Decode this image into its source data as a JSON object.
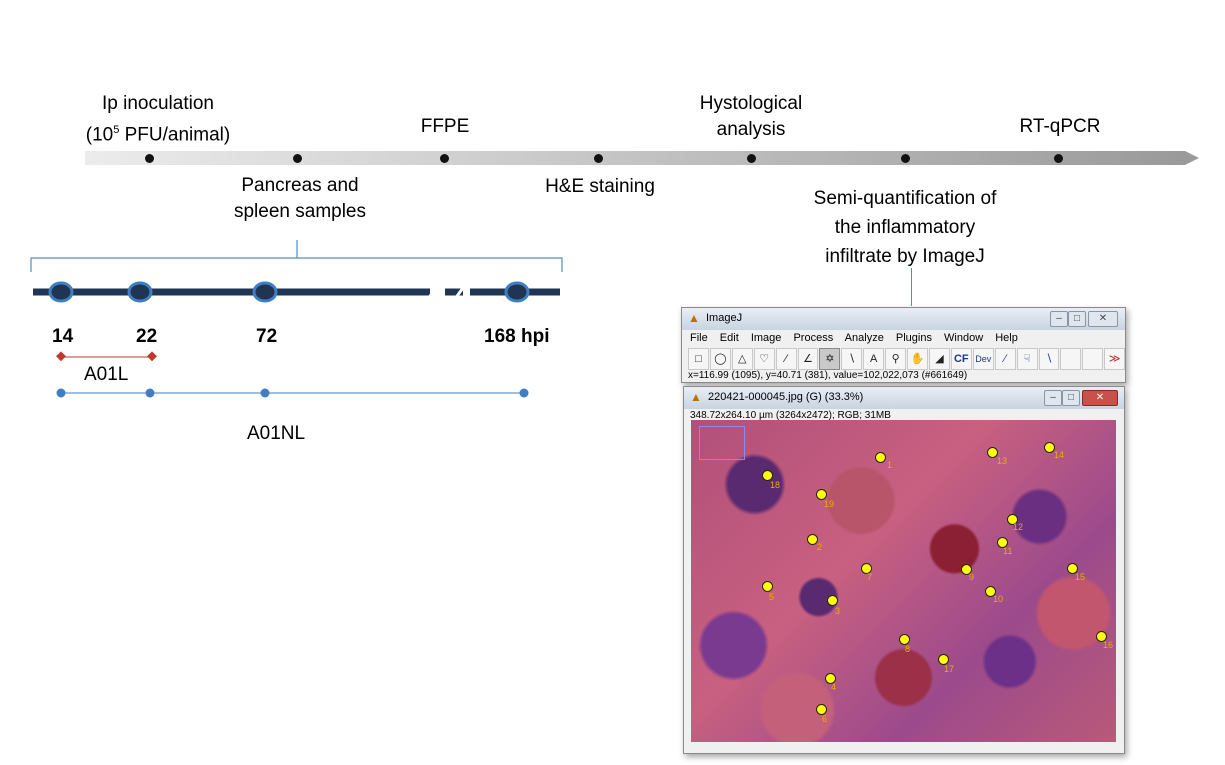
{
  "timeline": {
    "steps": [
      {
        "line1": "Ip inoculation",
        "line2_prefix": "(10",
        "line2_sup": "5",
        "line2_suffix": " PFU/animal)"
      },
      {
        "line1": "Pancreas and",
        "line2": "spleen samples"
      },
      {
        "line1": "FFPE"
      },
      {
        "line1": "H&E staining"
      },
      {
        "line1": "Hystological",
        "line2": "analysis"
      },
      {
        "line1": "Semi-quantification of",
        "line2": "the inflammatory",
        "line3": "infiltrate by ImageJ"
      },
      {
        "line1": "RT-qPCR"
      }
    ]
  },
  "sampling": {
    "timepoints": [
      "14",
      "22",
      "72",
      "168 hpi"
    ],
    "groups": [
      "A01L",
      "A01NL"
    ],
    "colors": {
      "main_line": "#1f3553",
      "node_border": "#3e7fc2",
      "a01l": "#c0392b",
      "a01nl": "#3e7fc2"
    }
  },
  "imagej_main": {
    "title": "ImageJ",
    "menu": [
      "File",
      "Edit",
      "Image",
      "Process",
      "Analyze",
      "Plugins",
      "Window",
      "Help"
    ],
    "tools": [
      "rectangle-tool",
      "oval-tool",
      "polygon-tool",
      "freehand-tool",
      "line-tool",
      "angle-tool",
      "multipoint-tool",
      "wand-tool",
      "text-tool",
      "magnifier-tool",
      "hand-tool",
      "dropper-tool",
      "cf-tool",
      "dev-tool",
      "brush-tool",
      "flood-tool",
      "pipette-tool"
    ],
    "tool_labels": {
      "cf": "CF",
      "dev": "Dev",
      "more": "≫"
    },
    "status": "x=116.99 (1095), y=40.71 (381), value=102,022,073 (#661649)"
  },
  "imagej_image": {
    "title": "220421-000045.jpg (G) (33.3%)",
    "info": "348.72x264.10 µm (3264x2472); RGB; 31MB",
    "points": [
      "1",
      "2",
      "3",
      "4",
      "5",
      "6",
      "7",
      "8",
      "9",
      "10",
      "11",
      "12",
      "13",
      "14",
      "15",
      "16",
      "17",
      "18",
      "19"
    ]
  }
}
